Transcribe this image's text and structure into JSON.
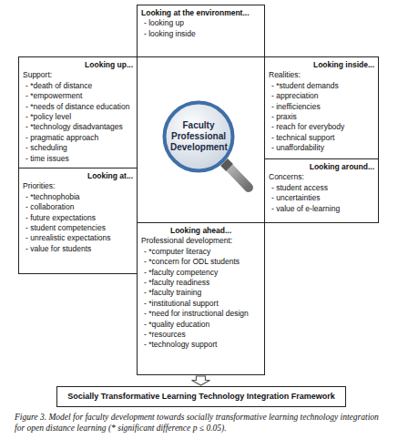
{
  "diagram": {
    "caption": "Figure 3. Model for faculty development towards socially transformative learning technology integration for open distance learning (* significant difference p ≤ 0.05).",
    "nodes": [
      {
        "text": [
          "Looking at the environment...",
          "- looking up",
          "- looking inside"
        ]
      },
      {
        "text": [
          "Looking up...",
          "Support:",
          "- *death of distance",
          "- *empowerment",
          "- *needs of distance education",
          "- *policy level",
          "- *technology disadvantages",
          "- pragmatic approach",
          "- scheduling",
          "- time issues"
        ]
      },
      {
        "text": [
          "Looking inside...",
          "Realities:",
          "- *student demands",
          "- appreciation",
          "- inefficiencies",
          "- praxis",
          "- reach for everybody",
          "- technical support",
          "- unaffordability"
        ]
      },
      {
        "text": [
          "Faculty Professional Development"
        ]
      },
      {
        "text": [
          "Looking at...",
          "Priorities:",
          "- *technophobia",
          "- collaboration",
          "- future expectations",
          "- student competencies",
          "- unrealistic expectations",
          "- value for students"
        ]
      },
      {
        "text": [
          "Looking around...",
          "Concerns:",
          "- student access",
          "- uncertainties",
          "- value of e-learning"
        ]
      },
      {
        "text": [
          "Looking ahead...",
          "Professional development:",
          "- *computer literacy",
          "- *concern for ODL students",
          "- *faculty competency",
          "- *faculty readiness",
          "- *faculty training",
          "- *institutional support",
          "- *need for instructional design",
          "- *quality education",
          "- *resources",
          "- *technology support"
        ]
      },
      {
        "text": [
          "Socially Transformative Learning Technology Integration Framework"
        ]
      }
    ],
    "edges": [
      {
        "from": 6,
        "to": 7,
        "arrow": "to"
      }
    ]
  }
}
